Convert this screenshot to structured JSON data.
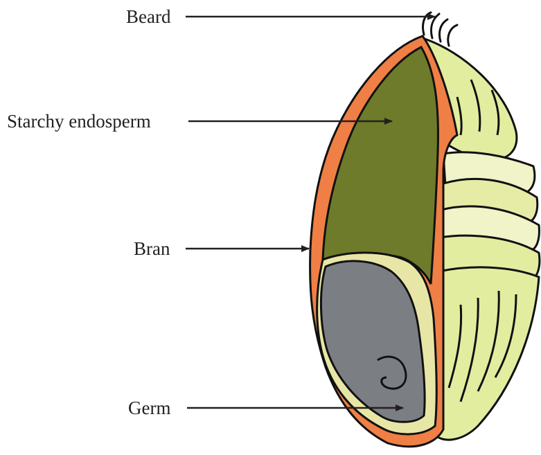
{
  "labels": {
    "beard": "Beard",
    "starchy_endosperm": "Starchy endosperm",
    "bran": "Bran",
    "germ": "Germ"
  },
  "colors": {
    "bran": "#ef7f45",
    "endosperm": "#6e7b2a",
    "husk": "#e2eda0",
    "husk_light": "#f1f3c8",
    "germ": "#7b7f84",
    "germ_surround": "#e8e6a6",
    "outline": "#111111",
    "text": "#231f20"
  }
}
